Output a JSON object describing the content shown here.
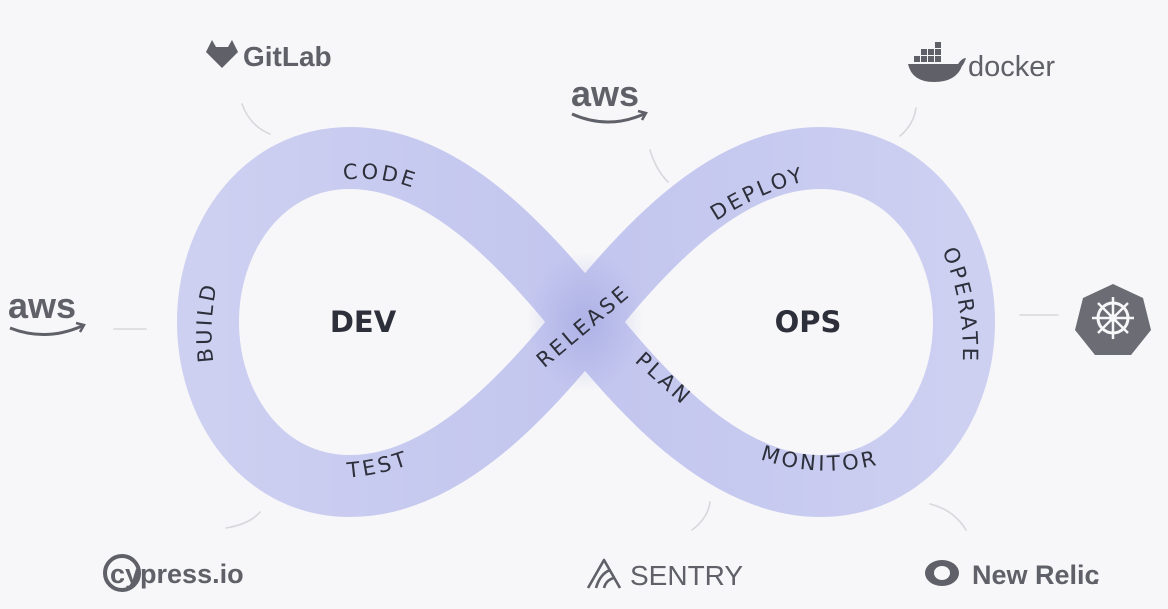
{
  "diagram": {
    "center_labels": {
      "dev": "DEV",
      "ops": "OPS"
    },
    "stages": {
      "code": "CODE",
      "build": "BUILD",
      "test": "TEST",
      "release": "RELEASE",
      "plan": "PLAN",
      "deploy": "DEPLOY",
      "operate": "OPERATE",
      "monitor": "MONITOR"
    },
    "colors": {
      "loop": "#c9cbef",
      "loop_dark": "#aeb2e6",
      "text": "#2d2f3a",
      "logo": "#5f6068"
    }
  },
  "logos": {
    "gitlab": {
      "text": "GitLab",
      "icon": "gitlab-fox-icon"
    },
    "aws_top": {
      "text": "aws",
      "icon": "aws-smile-icon"
    },
    "docker": {
      "text": "docker",
      "icon": "docker-whale-icon"
    },
    "aws_left": {
      "text": "aws",
      "icon": "aws-smile-icon"
    },
    "kubernetes": {
      "icon": "kubernetes-helm-icon"
    },
    "cypress": {
      "text": "cypress.io"
    },
    "sentry": {
      "text": "SENTRY",
      "icon": "sentry-icon"
    },
    "newrelic": {
      "text": "New Relic",
      "mark": "."
    }
  }
}
